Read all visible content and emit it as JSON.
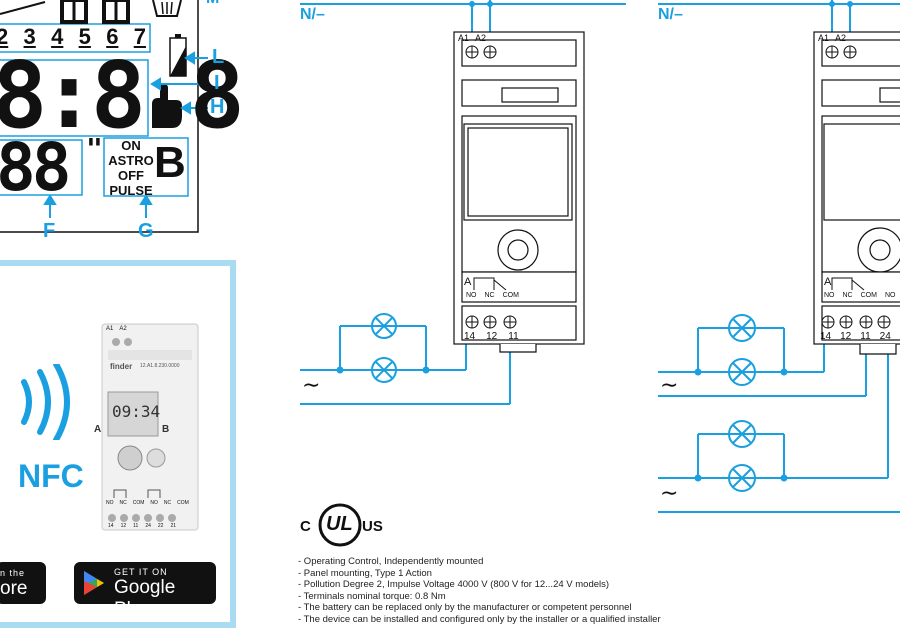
{
  "lcd": {
    "days": [
      "2",
      "3",
      "4",
      "5",
      "6",
      "7"
    ],
    "big_time": "8:8.8",
    "mid_digits": "88",
    "seconds_mark": "\"",
    "modes": [
      "ON",
      "ASTRO",
      "OFF",
      "PULSE"
    ],
    "channel_letter": "B",
    "top_callout": "M",
    "callouts": {
      "L": "L",
      "I": "I",
      "H": "H",
      "F": "F",
      "G": "G"
    }
  },
  "nfc": {
    "label": "NFC",
    "device": {
      "brand": "finder",
      "model": "12.A1.8.230.0000",
      "display_time": "09:34",
      "channel_a": "A",
      "channel_b": "B",
      "term_top": [
        "A1",
        "A2"
      ],
      "term_bottom": [
        "14",
        "12",
        "11",
        "24",
        "22",
        "21"
      ],
      "contacts": [
        "NO",
        "NC",
        "COM",
        "NO",
        "NC",
        "COM"
      ]
    },
    "app_store": {
      "line1": "n the",
      "line2": "ore"
    },
    "google_play": {
      "line1": "GET IT ON",
      "line2": "Google Play"
    }
  },
  "diagram1": {
    "bus_label": "N/–",
    "supply_terminals": [
      "A1",
      "A2"
    ],
    "channel": "A",
    "contacts": [
      "NO",
      "NC",
      "COM"
    ],
    "output_terminals": [
      "14",
      "12",
      "11"
    ],
    "ac_symbol": "∼"
  },
  "diagram2": {
    "bus_label": "N/–",
    "supply_terminals": [
      "A1",
      "A2"
    ],
    "channel": "A",
    "contacts": [
      "NO",
      "NC",
      "COM",
      "NO"
    ],
    "output_terminals": [
      "14",
      "12",
      "11",
      "24"
    ],
    "ac_symbol_1": "∼",
    "ac_symbol_2": "∼"
  },
  "cert": {
    "mark_left": "C",
    "mark_center": "UL",
    "mark_right": "US",
    "notes": [
      "- Operating Control, Independently mounted",
      "- Panel mounting, Type 1 Action",
      "- Pollution Degree 2, Impulse Voltage 4000 V (800 V for 12...24 V models)",
      "- Terminals nominal torque: 0.8 Nm",
      "- The battery can be replaced only by the manufacturer or competent personnel",
      "- The device can be installed and configured only by the installer or a qualified installer"
    ]
  },
  "colors": {
    "accent": "#1a9fe0",
    "panel_border": "#a9dcf3",
    "line": "#1a9fe0"
  }
}
